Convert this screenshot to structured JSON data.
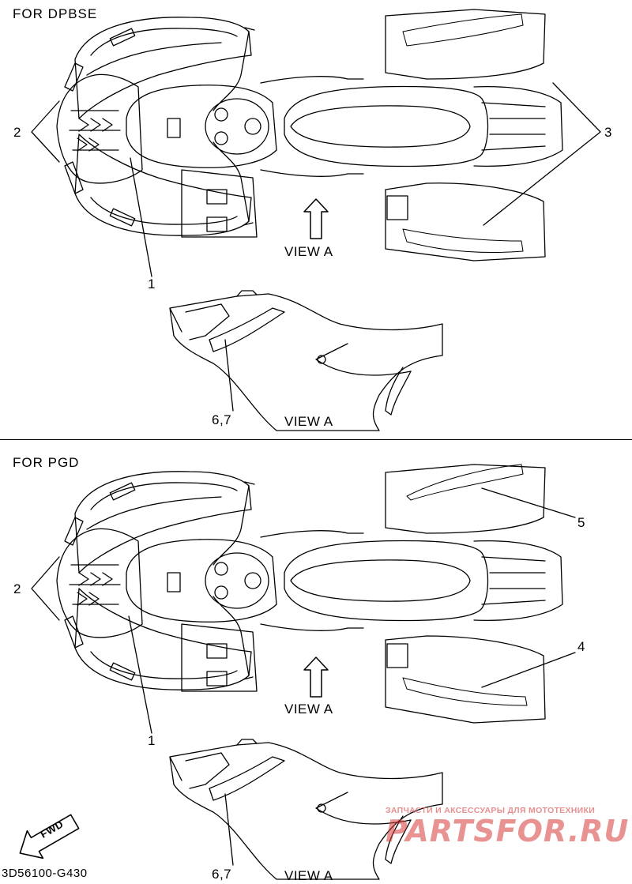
{
  "sections": [
    {
      "title": "FOR DPBSE",
      "labels": {
        "front_stripes": "2",
        "rear_decals": "3",
        "center_decal": "1",
        "view_side": "6,7"
      },
      "view_label_top": "VIEW A",
      "view_label_side": "VIEW A"
    },
    {
      "title": "FOR PGD",
      "labels": {
        "front_stripes": "2",
        "rear_decal_top": "5",
        "rear_decal_bottom": "4",
        "center_decal": "1",
        "view_side": "6,7"
      },
      "view_label_top": "VIEW A",
      "view_label_side": "VIEW A"
    }
  ],
  "fwd_arrow_text": "FWD",
  "part_code": "3D56100-G430",
  "watermark": {
    "tagline": "ЗАПЧАСТИ И АКСЕССУАРЫ ДЛЯ МОТОТЕХНИКИ",
    "brand": "PARTSFOR.RU"
  }
}
